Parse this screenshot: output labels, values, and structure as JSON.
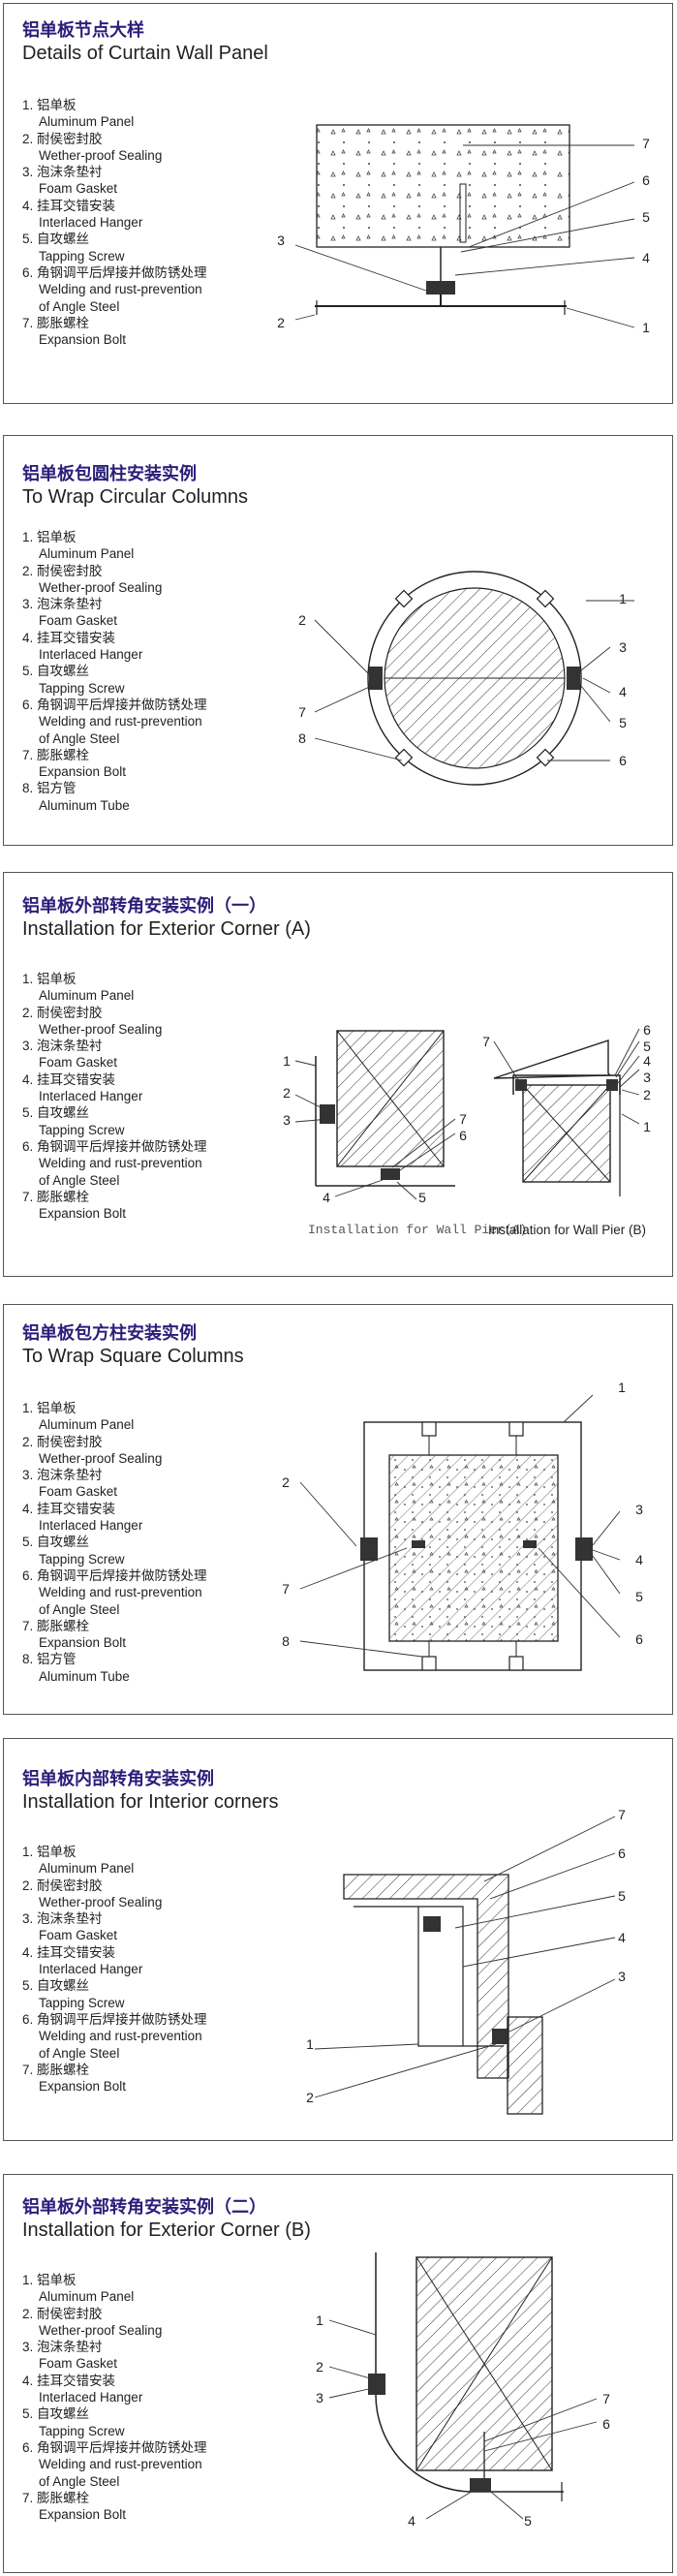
{
  "sections": [
    {
      "title_cn": "铝单板节点大样",
      "title_en": "Details of Curtain Wall Panel",
      "legend": [
        {
          "num": "1.",
          "cn": "铝单板",
          "en": "Aluminum Panel"
        },
        {
          "num": "2.",
          "cn": "耐侯密封胶",
          "en": "Wether-proof Sealing"
        },
        {
          "num": "3.",
          "cn": "泡沫条垫衬",
          "en": "Foam Gasket"
        },
        {
          "num": "4.",
          "cn": "挂耳交错安装",
          "en": "Interlaced Hanger"
        },
        {
          "num": "5.",
          "cn": "自攻螺丝",
          "en": "Tapping Screw"
        },
        {
          "num": "6.",
          "cn": "角钢调平后焊接并做防锈处理",
          "en": "Welding and rust-prevention",
          "en2": "of Angle Steel"
        },
        {
          "num": "7.",
          "cn": "膨胀螺栓",
          "en": "Expansion Bolt"
        }
      ],
      "callouts": [
        "1",
        "2",
        "3",
        "4",
        "5",
        "6",
        "7"
      ]
    },
    {
      "title_cn": "铝单板包圆柱安装实例",
      "title_en": "To Wrap Circular Columns",
      "legend": [
        {
          "num": "1.",
          "cn": "铝单板",
          "en": "Aluminum Panel"
        },
        {
          "num": "2.",
          "cn": "耐侯密封胶",
          "en": "Wether-proof Sealing"
        },
        {
          "num": "3.",
          "cn": "泡沫条垫衬",
          "en": "Foam Gasket"
        },
        {
          "num": "4.",
          "cn": "挂耳交错安装",
          "en": "Interlaced Hanger"
        },
        {
          "num": "5.",
          "cn": "自攻螺丝",
          "en": "Tapping Screw"
        },
        {
          "num": "6.",
          "cn": "角钢调平后焊接并做防锈处理",
          "en": "Welding and rust-prevention",
          "en2": "of Angle Steel"
        },
        {
          "num": "7.",
          "cn": "膨胀螺栓",
          "en": "Expansion Bolt"
        },
        {
          "num": "8.",
          "cn": "铝方管",
          "en": "Aluminum Tube"
        }
      ],
      "callouts": [
        "1",
        "2",
        "3",
        "4",
        "5",
        "6",
        "7",
        "8"
      ]
    },
    {
      "title_cn": "铝单板外部转角安装实例（一）",
      "title_en": "Installation for Exterior Corner (A)",
      "legend": [
        {
          "num": "1.",
          "cn": "铝单板",
          "en": "Aluminum Panel"
        },
        {
          "num": "2.",
          "cn": "耐侯密封胶",
          "en": "Wether-proof Sealing"
        },
        {
          "num": "3.",
          "cn": "泡沫条垫衬",
          "en": "Foam Gasket"
        },
        {
          "num": "4.",
          "cn": "挂耳交错安装",
          "en": "Interlaced Hanger"
        },
        {
          "num": "5.",
          "cn": "自攻螺丝",
          "en": "Tapping Screw"
        },
        {
          "num": "6.",
          "cn": "角钢调平后焊接并做防锈处理",
          "en": "Welding and rust-prevention",
          "en2": "of Angle Steel"
        },
        {
          "num": "7.",
          "cn": "膨胀螺栓",
          "en": "Expansion Bolt"
        }
      ],
      "callouts": [
        "1",
        "2",
        "3",
        "4",
        "5",
        "6",
        "7"
      ],
      "caption_a": "Installation for Wall Pier(A)",
      "caption_b": "Installation for Wall Pier (B)"
    },
    {
      "title_cn": "铝单板包方柱安装实例",
      "title_en": "To Wrap Square Columns",
      "legend": [
        {
          "num": "1.",
          "cn": "铝单板",
          "en": "Aluminum Panel"
        },
        {
          "num": "2.",
          "cn": "耐侯密封胶",
          "en": "Wether-proof Sealing"
        },
        {
          "num": "3.",
          "cn": "泡沫条垫衬",
          "en": "Foam Gasket"
        },
        {
          "num": "4.",
          "cn": "挂耳交错安装",
          "en": "Interlaced Hanger"
        },
        {
          "num": "5.",
          "cn": "自攻螺丝",
          "en": "Tapping Screw"
        },
        {
          "num": "6.",
          "cn": "角钢调平后焊接并做防锈处理",
          "en": "Welding and rust-prevention",
          "en2": "of Angle Steel"
        },
        {
          "num": "7.",
          "cn": "膨胀螺栓",
          "en": "Expansion Bolt"
        },
        {
          "num": "8.",
          "cn": "铝方管",
          "en": "Aluminum Tube"
        }
      ],
      "callouts": [
        "1",
        "2",
        "3",
        "4",
        "5",
        "6",
        "7",
        "8"
      ]
    },
    {
      "title_cn": "铝单板内部转角安装实例",
      "title_en": "Installation for Interior corners",
      "legend": [
        {
          "num": "1.",
          "cn": "铝单板",
          "en": "Aluminum Panel"
        },
        {
          "num": "2.",
          "cn": "耐侯密封胶",
          "en": "Wether-proof Sealing"
        },
        {
          "num": "3.",
          "cn": "泡沫条垫衬",
          "en": "Foam Gasket"
        },
        {
          "num": "4.",
          "cn": "挂耳交错安装",
          "en": "Interlaced Hanger"
        },
        {
          "num": "5.",
          "cn": "自攻螺丝",
          "en": "Tapping Screw"
        },
        {
          "num": "6.",
          "cn": "角钢调平后焊接并做防锈处理",
          "en": "Welding and rust-prevention",
          "en2": "of Angle Steel"
        },
        {
          "num": "7.",
          "cn": "膨胀螺栓",
          "en": "Expansion Bolt"
        }
      ],
      "callouts": [
        "1",
        "2",
        "3",
        "4",
        "5",
        "6",
        "7"
      ]
    },
    {
      "title_cn": "铝单板外部转角安装实例（二）",
      "title_en": "Installation for Exterior Corner (B)",
      "legend": [
        {
          "num": "1.",
          "cn": "铝单板",
          "en": "Aluminum Panel"
        },
        {
          "num": "2.",
          "cn": "耐侯密封胶",
          "en": "Wether-proof Sealing"
        },
        {
          "num": "3.",
          "cn": "泡沫条垫衬",
          "en": "Foam Gasket"
        },
        {
          "num": "4.",
          "cn": "挂耳交错安装",
          "en": "Interlaced Hanger"
        },
        {
          "num": "5.",
          "cn": "自攻螺丝",
          "en": "Tapping Screw"
        },
        {
          "num": "6.",
          "cn": "角钢调平后焊接并做防锈处理",
          "en": " Welding and rust-prevention",
          "en2": "of Angle Steel"
        },
        {
          "num": "7.",
          "cn": "膨胀螺栓",
          "en": "Expansion Bolt"
        }
      ],
      "callouts": [
        "1",
        "2",
        "3",
        "4",
        "5",
        "6",
        "7"
      ]
    }
  ]
}
